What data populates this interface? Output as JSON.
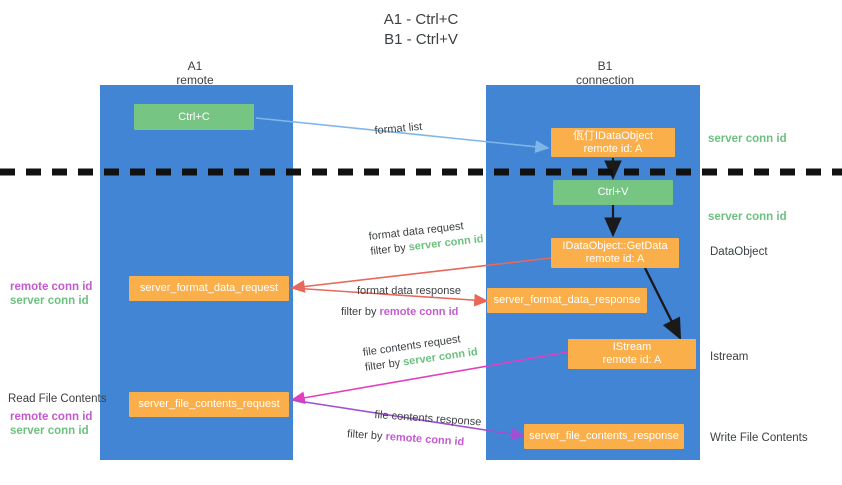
{
  "title": {
    "line1": "A1 - Ctrl+C",
    "line2": "B1 - Ctrl+V"
  },
  "columns": [
    {
      "name": "A1",
      "role": "remote"
    },
    {
      "name": "B1",
      "role": "connection"
    }
  ],
  "boxes": {
    "ctrl_c": "Ctrl+C",
    "ctrl_v": "Ctrl+V",
    "idataobject_title": "佤仃IDataObject",
    "idataobject_sub": "remote id: A",
    "getdata_title": "IDataObject::GetData",
    "getdata_sub": "remote id: A",
    "istream_title": "IStream",
    "istream_sub": "remote id: A",
    "server_format_data_request": "server_format_data_request",
    "server_format_data_response": "server_format_data_response",
    "server_file_contents_request": "server_file_contents_request",
    "server_file_contents_response": "server_file_contents_response"
  },
  "edges": {
    "format_list": "format list",
    "format_data_request": "format data request",
    "format_data_request_filter_prefix": "filter by ",
    "format_data_request_filter_value": "server conn id",
    "format_data_response": "format data response",
    "format_data_response_filter_prefix": "filter by ",
    "format_data_response_filter_value": "remote conn id",
    "file_contents_request": "file contents request",
    "file_contents_request_filter_prefix": "filter by ",
    "file_contents_request_filter_value": "server conn id",
    "file_contents_response": "file contents response",
    "file_contents_response_filter_prefix": "filter by ",
    "file_contents_response_filter_value": "remote conn id"
  },
  "right_labels": {
    "server_conn_id_top": "server conn id",
    "server_conn_id_mid": "server conn id",
    "dataobject": "DataObject",
    "istream": "Istream",
    "write_file_contents": "Write File Contents"
  },
  "left_labels": {
    "remote_conn_id_upper": "remote conn id",
    "server_conn_id_upper": "server conn id",
    "read_file_contents": "Read File Contents",
    "remote_conn_id_lower": "remote conn id",
    "server_conn_id_lower": "server conn id"
  },
  "colors": {
    "lane": "#4285d4",
    "green_box": "#77c583",
    "orange_box": "#fbaf4b",
    "server_conn": "#6cc17f",
    "remote_conn": "#c45ad0",
    "arrow_blue": "#7fb6e8",
    "arrow_red": "#e8685a",
    "arrow_magenta": "#e23fc0",
    "arrow_purple": "#a050d0",
    "arrow_dark": "#1a1a1a",
    "divider": "#111111"
  }
}
